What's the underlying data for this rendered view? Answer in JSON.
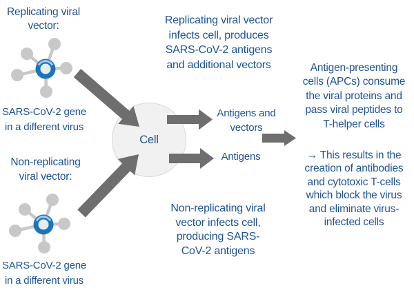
{
  "colors": {
    "text": "#1e5398",
    "arrow": "#6e6e6e",
    "cell_fill": "#f1f1f1",
    "cell_stroke": "#d8d8d8",
    "virus_ring": "#1b75bb",
    "virus_spike": "#c8c8c8",
    "virus_core": "#e8ecee"
  },
  "diagram": {
    "left": {
      "replicating_heading": "Replicating viral\nvector:",
      "replicating_caption": "SARS-CoV-2 gene\nin a different virus",
      "nonreplicating_heading": "Non-replicating\nviral vector:",
      "nonreplicating_caption": "SARS-CoV-2 gene\nin a different virus"
    },
    "center": {
      "top_note": "Replicating viral vector\ninfects cell, produces\nSARS-CoV-2 antigens\nand additional vectors",
      "cell_label": "Cell",
      "output_top": "Antigens and\nvectors",
      "output_bottom": "Antigens",
      "bottom_note": "Non-replicating viral\nvector infects cell,\nproducing SARS-\nCoV-2 antigens"
    },
    "right": {
      "apc_note": "Antigen-presenting\ncells (APCs) consume\nthe viral proteins and\npass viral peptides to\nT-helper cells",
      "result_note": "→ This results in the\ncreation of antibodies\nand cytotoxic T-cells\nwhich block the virus\nand eliminate virus-\ninfected cells"
    },
    "icons": {
      "replicating_virus": "virus-particle-icon",
      "nonreplicating_virus": "virus-particle-icon"
    }
  }
}
